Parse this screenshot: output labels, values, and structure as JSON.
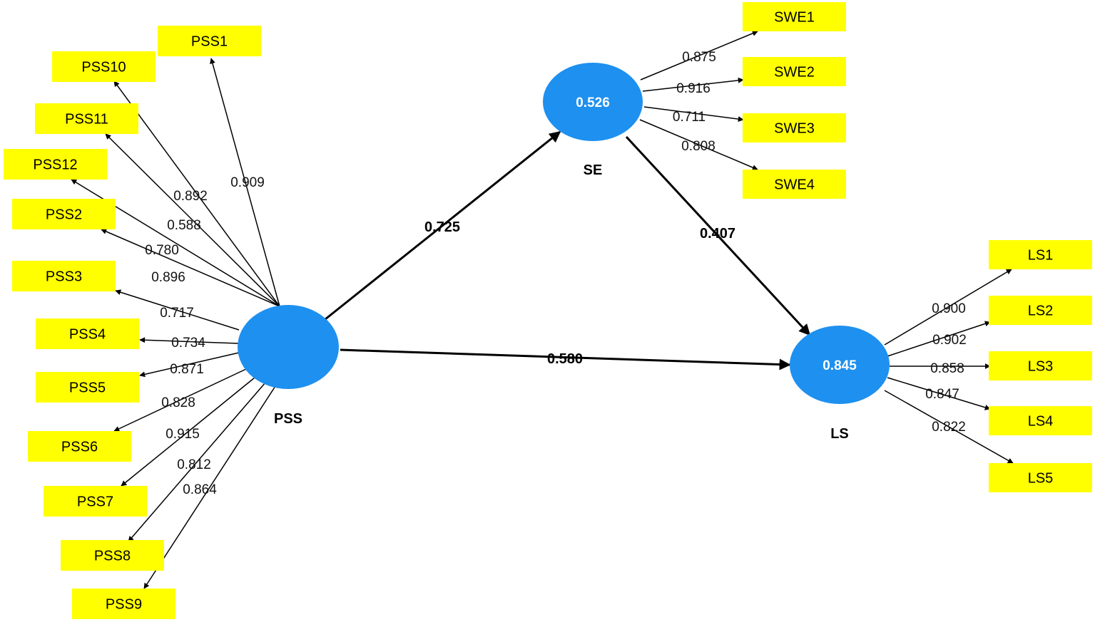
{
  "colors": {
    "indicator_fill": "#ffff00",
    "construct_fill": "#1e90ef",
    "line": "#000000"
  },
  "constructs": {
    "pss": {
      "name": "PSS",
      "r2": ""
    },
    "se": {
      "name": "SE",
      "r2": "0.526"
    },
    "ls": {
      "name": "LS",
      "r2": "0.845"
    }
  },
  "paths": [
    {
      "from": "PSS",
      "to": "SE",
      "coefficient": "0.725"
    },
    {
      "from": "SE",
      "to": "LS",
      "coefficient": "0.407"
    },
    {
      "from": "PSS",
      "to": "LS",
      "coefficient": "0.580"
    }
  ],
  "indicators": {
    "pss": [
      {
        "name": "PSS1",
        "loading": "0.909"
      },
      {
        "name": "PSS10",
        "loading": "0.892"
      },
      {
        "name": "PSS11",
        "loading": "0.588"
      },
      {
        "name": "PSS12",
        "loading": "0.780"
      },
      {
        "name": "PSS2",
        "loading": "0.896"
      },
      {
        "name": "PSS3",
        "loading": "0.717"
      },
      {
        "name": "PSS4",
        "loading": "0.734"
      },
      {
        "name": "PSS5",
        "loading": "0.871"
      },
      {
        "name": "PSS6",
        "loading": "0.828"
      },
      {
        "name": "PSS7",
        "loading": "0.915"
      },
      {
        "name": "PSS8",
        "loading": "0.812"
      },
      {
        "name": "PSS9",
        "loading": "0.864"
      }
    ],
    "se": [
      {
        "name": "SWE1",
        "loading": "0.875"
      },
      {
        "name": "SWE2",
        "loading": "0.916"
      },
      {
        "name": "SWE3",
        "loading": "0.711"
      },
      {
        "name": "SWE4",
        "loading": "0.808"
      }
    ],
    "ls": [
      {
        "name": "LS1",
        "loading": "0.900"
      },
      {
        "name": "LS2",
        "loading": "0.902"
      },
      {
        "name": "LS3",
        "loading": "0.858"
      },
      {
        "name": "LS4",
        "loading": "0.847"
      },
      {
        "name": "LS5",
        "loading": "0.822"
      }
    ]
  }
}
